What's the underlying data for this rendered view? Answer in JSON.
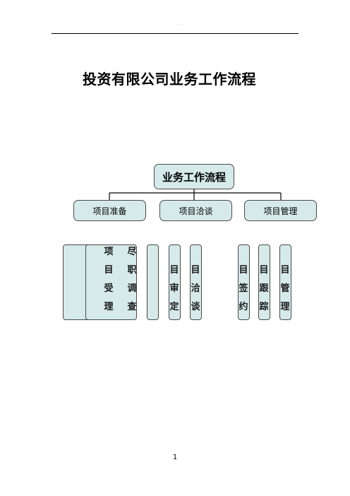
{
  "header": {
    "dots": ". . ."
  },
  "document": {
    "title": "投资有限公司业务工作流程",
    "page_number": "1"
  },
  "flowchart": {
    "root": "业务工作流程",
    "phases": [
      {
        "label": "项目准备"
      },
      {
        "label": "项目洽谈"
      },
      {
        "label": "项目管理"
      }
    ],
    "steps": [
      {
        "label": "项目受理"
      },
      {
        "label": "尽职调查"
      },
      {
        "label": ""
      },
      {
        "label": "目审定"
      },
      {
        "label": "目洽谈"
      },
      {
        "label": "目签约"
      },
      {
        "label": "目跟踪"
      },
      {
        "label": "目管理"
      }
    ]
  },
  "colors": {
    "box_fill": "#d6eaea",
    "box_border": "#4a4a4a",
    "line": "#000000"
  }
}
